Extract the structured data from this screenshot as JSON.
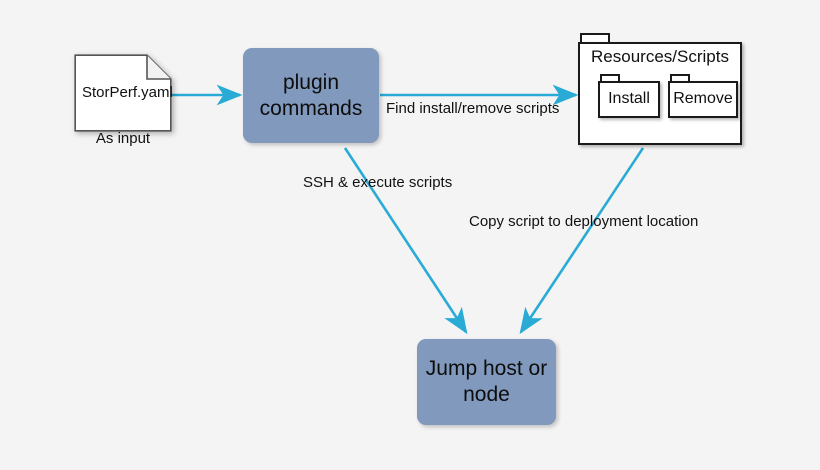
{
  "diagram": {
    "background_color": "#f4f4f4",
    "accent_arrow_color": "#29abd6",
    "node_fill_color": "#8199bd",
    "nodes": {
      "input_document": {
        "label": "StorPerf.yaml",
        "caption": "As input",
        "shape": "document"
      },
      "plugin_commands": {
        "line1": "plugin",
        "line2": "commands",
        "shape": "rounded-rectangle"
      },
      "resources_folder": {
        "label": "Resources/Scripts",
        "shape": "folder",
        "children": [
          {
            "label": "Install",
            "shape": "folder"
          },
          {
            "label": "Remove",
            "shape": "folder"
          }
        ]
      },
      "jump_host": {
        "line1": "Jump host or",
        "line2": "node",
        "shape": "rounded-rectangle"
      }
    },
    "edges": [
      {
        "id": "input-to-plugin",
        "label": ""
      },
      {
        "id": "plugin-to-resources",
        "label": "Find install/remove scripts"
      },
      {
        "id": "plugin-to-jumphost",
        "label": "SSH & execute scripts"
      },
      {
        "id": "resources-to-jumphost",
        "label": "Copy script to deployment location"
      }
    ]
  }
}
